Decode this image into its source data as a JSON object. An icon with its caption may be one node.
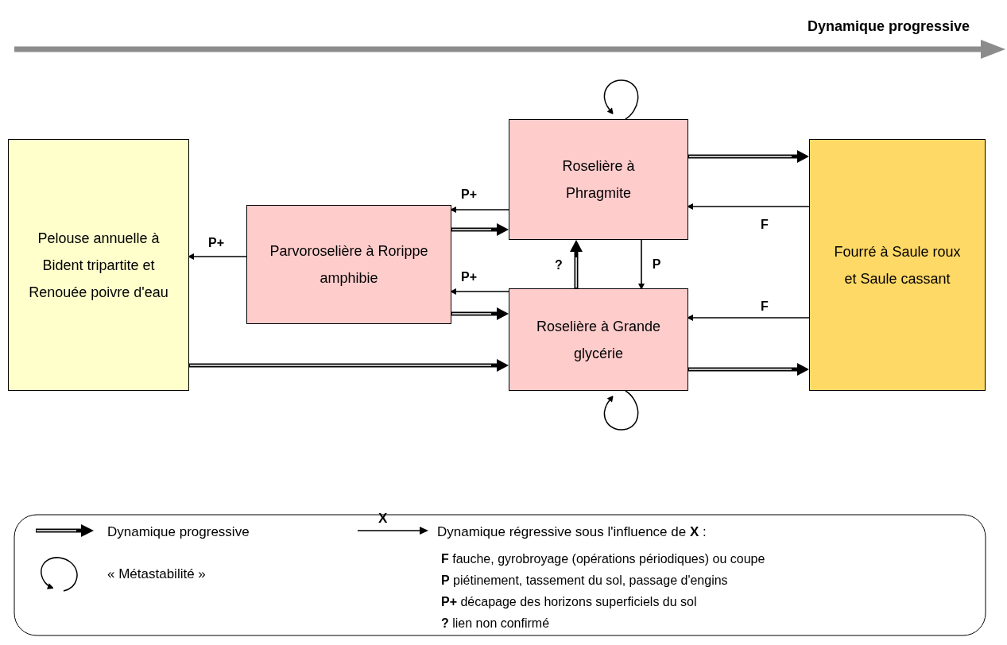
{
  "diagram": {
    "nodes": [
      {
        "text": [
          "Pelouse annuelle à Bident tripartite et Renouée poivre d'eau"
        ]
      },
      {
        "text": [
          "Parvoroselière à Rorippe amphibie"
        ]
      },
      {
        "text": [
          "Roselière à Phragmite"
        ]
      },
      {
        "text": [
          "Roselière à Grande glycérie"
        ]
      },
      {
        "text": [
          "Fourré à Saule roux et Saule cassant"
        ]
      }
    ],
    "edges": [
      {
        "from": 1,
        "to": 0,
        "arrow": "to",
        "label": "P+"
      },
      {
        "from": 2,
        "to": 1,
        "arrow": "to",
        "label": "P+"
      },
      {
        "from": 1,
        "to": 2,
        "arrow": "to",
        "style": "thick"
      },
      {
        "from": 3,
        "to": 1,
        "arrow": "to",
        "label": "P+"
      },
      {
        "from": 1,
        "to": 3,
        "arrow": "to",
        "style": "thick"
      },
      {
        "from": 0,
        "to": 3,
        "arrow": "to",
        "style": "thick"
      },
      {
        "from": 3,
        "to": 2,
        "arrow": "to",
        "style": "thick",
        "label": "?"
      },
      {
        "from": 2,
        "to": 3,
        "arrow": "to",
        "label": "P"
      },
      {
        "from": 2,
        "to": 4,
        "arrow": "to",
        "style": "thick"
      },
      {
        "from": 4,
        "to": 2,
        "arrow": "to",
        "label": "F"
      },
      {
        "from": 4,
        "to": 3,
        "arrow": "to",
        "label": "F"
      },
      {
        "from": 3,
        "to": 4,
        "arrow": "to",
        "style": "thick"
      },
      {
        "from": 2,
        "to": 2,
        "arrow": "to"
      },
      {
        "from": 3,
        "to": 3,
        "arrow": "to"
      }
    ],
    "labels": [
      "Dynamique progressive",
      "X",
      "**F** fauche, gyrobroyage (opérations périodiques) ou coupe",
      "**P** piétinement, tassement du sol, passage d'engins",
      "**P+** décapage des horizons superficiels du sol",
      "**?** lien non confirmé"
    ],
    "legend": [
      {
        "text": "Dynamique progressive"
      },
      {
        "text": "Dynamique régressive sous l'influence de **X** :"
      },
      {
        "text": "« Métastabilité »"
      }
    ]
  }
}
